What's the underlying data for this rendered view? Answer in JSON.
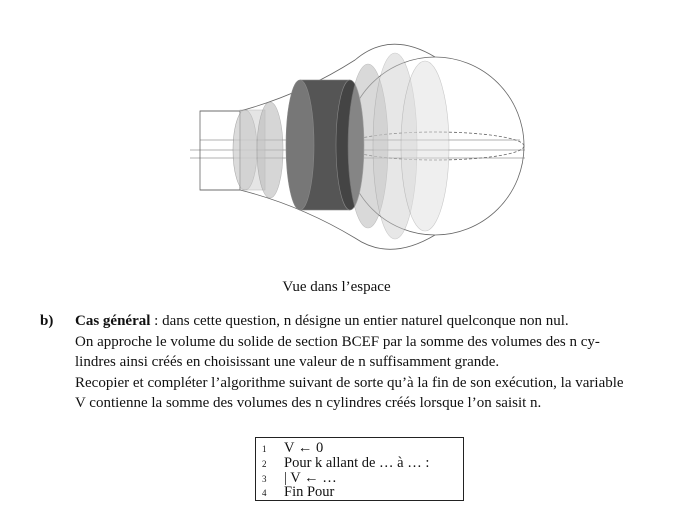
{
  "figure": {
    "caption": "Vue dans l’espace"
  },
  "question": {
    "label": "b)",
    "title": "Cas général",
    "lines": [
      " : dans cette question, n désigne un entier naturel quelconque non nul.",
      "On approche le volume du solide de section BCEF par la somme des volumes des n cy-",
      "lindres ainsi créés en choisissant une valeur de n suffisamment grande.",
      "Recopier et compléter l’algorithme suivant de sorte qu’à la fin de son exécution, la variable",
      "V contienne la somme des volumes des n cylindres créés lorsque l’on saisit n."
    ]
  },
  "algorithm": {
    "lines": [
      {
        "num": "1",
        "text": "V ← 0"
      },
      {
        "num": "2",
        "text": "Pour k allant de … à … :"
      },
      {
        "num": "3",
        "text": "|    V ← …"
      },
      {
        "num": "4",
        "text": "Fin Pour"
      }
    ]
  }
}
